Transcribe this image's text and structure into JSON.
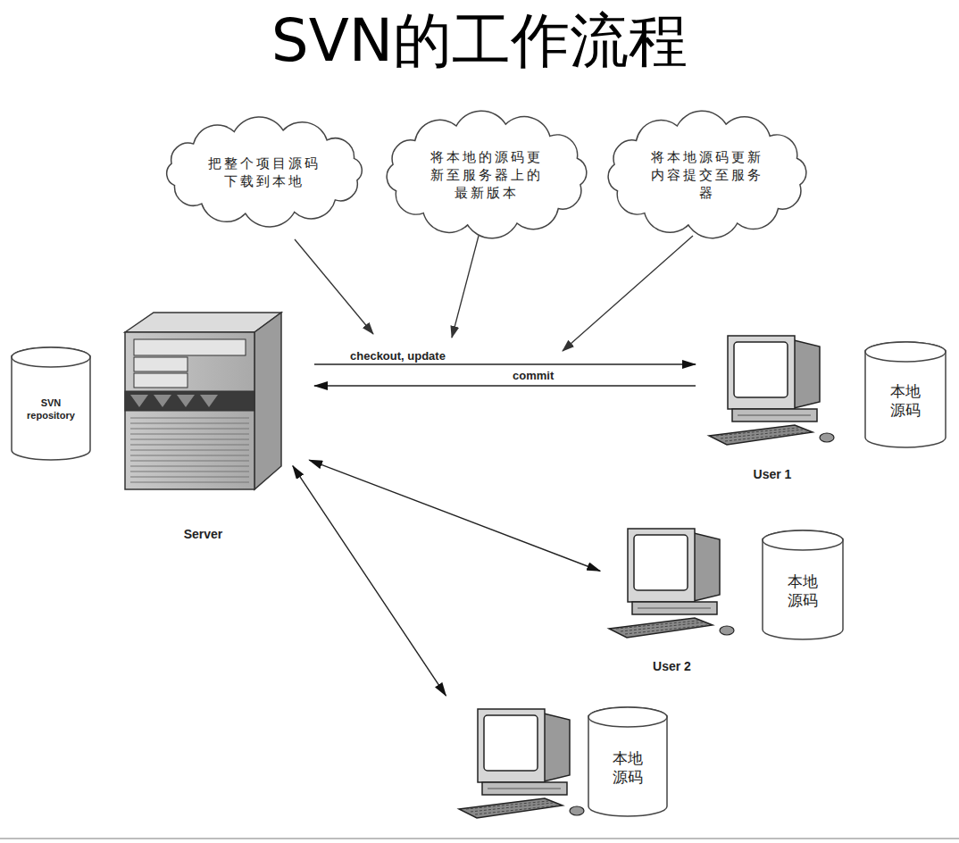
{
  "diagram": {
    "title": "SVN的工作流程",
    "nodes": [
      {
        "text": [
          "把整个项目源码 下载到本地"
        ]
      },
      {
        "text": [
          "将本地的源码更 新至服务器上的 最新版本"
        ]
      },
      {
        "text": [
          "将本地源码更新 内容提交至服务 器"
        ]
      },
      {
        "text": [
          "SVN repository"
        ]
      },
      {
        "text": [
          "Server"
        ]
      },
      {
        "text": [
          "User 1"
        ]
      },
      {
        "text": [
          "本地 源码"
        ]
      },
      {
        "text": [
          "User 2"
        ]
      },
      {
        "text": [
          "本地 源码"
        ]
      },
      {
        "text": [
          "本地 源码"
        ]
      }
    ],
    "edges": [
      {
        "from": 4,
        "to": 5,
        "arrow": "to",
        "label": "checkout, update"
      },
      {
        "from": 5,
        "to": 4,
        "arrow": "to",
        "label": "commit"
      },
      {
        "from": 4,
        "to": 7,
        "arrow": "both"
      },
      {
        "from": 4,
        "to": 9,
        "arrow": "both"
      }
    ]
  }
}
